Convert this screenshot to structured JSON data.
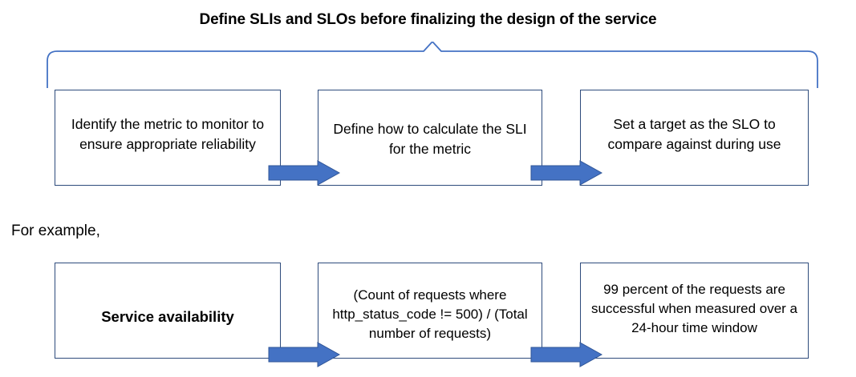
{
  "title": "Define SLIs and SLOs before finalizing the design of the service",
  "colors": {
    "box_border": "#2e4b7c",
    "arrow_fill": "#4472c4",
    "arrow_stroke": "#2f5597",
    "brace_stroke": "#4472c4",
    "text": "#000000",
    "background": "#ffffff"
  },
  "labels": {
    "for_example": "For example,"
  },
  "process_row": {
    "steps": [
      {
        "text": "Identify the metric to monitor to ensure appropriate reliability"
      },
      {
        "text": "Define how to calculate the SLI for the metric"
      },
      {
        "text": "Set a target as the SLO to compare against during use"
      }
    ],
    "connectors": [
      {
        "name": "arrow-step1-to-step2"
      },
      {
        "name": "arrow-step2-to-step3"
      }
    ]
  },
  "example_row": {
    "steps": [
      {
        "text": "Service availability"
      },
      {
        "text": "(Count of requests where http_status_code != 500) / (Total number of requests)"
      },
      {
        "text": "99 percent of the requests are successful when measured over a 24-hour time window"
      }
    ],
    "connectors": [
      {
        "name": "arrow-example1-to-example2"
      },
      {
        "name": "arrow-example2-to-example3"
      }
    ]
  }
}
